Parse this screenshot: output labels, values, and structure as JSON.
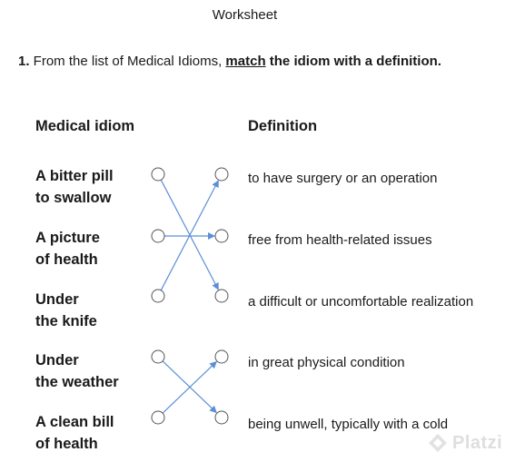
{
  "header": {
    "title": "Worksheet"
  },
  "question": {
    "number": "1.",
    "text_before": " From the list of Medical Idioms, ",
    "underlined": "match",
    "text_after": " the idiom with a definition."
  },
  "columns": {
    "left_heading": "Medical idiom",
    "right_heading": "Definition"
  },
  "idioms": [
    {
      "line1": "A bitter pill",
      "line2": "to swallow"
    },
    {
      "line1": "A picture",
      "line2": "of health"
    },
    {
      "line1": "Under",
      "line2": "the knife"
    },
    {
      "line1": "Under",
      "line2": "the weather"
    },
    {
      "line1": "A clean bill",
      "line2": "of health"
    }
  ],
  "definitions": [
    "to have surgery or an operation",
    "free from health-related issues",
    "a difficult or uncomfortable realization",
    "in great physical condition",
    "being unwell, typically with a cold"
  ],
  "matches": [
    {
      "idiom": 0,
      "definition": 2
    },
    {
      "idiom": 1,
      "definition": 1
    },
    {
      "idiom": 2,
      "definition": 0
    },
    {
      "idiom": 3,
      "definition": 4
    },
    {
      "idiom": 4,
      "definition": 3
    }
  ],
  "colors": {
    "connector_line": "#5b8fd6",
    "circle_stroke": "#555555",
    "circle_fill": "#ffffff"
  },
  "watermark": {
    "text": "Platzi"
  }
}
